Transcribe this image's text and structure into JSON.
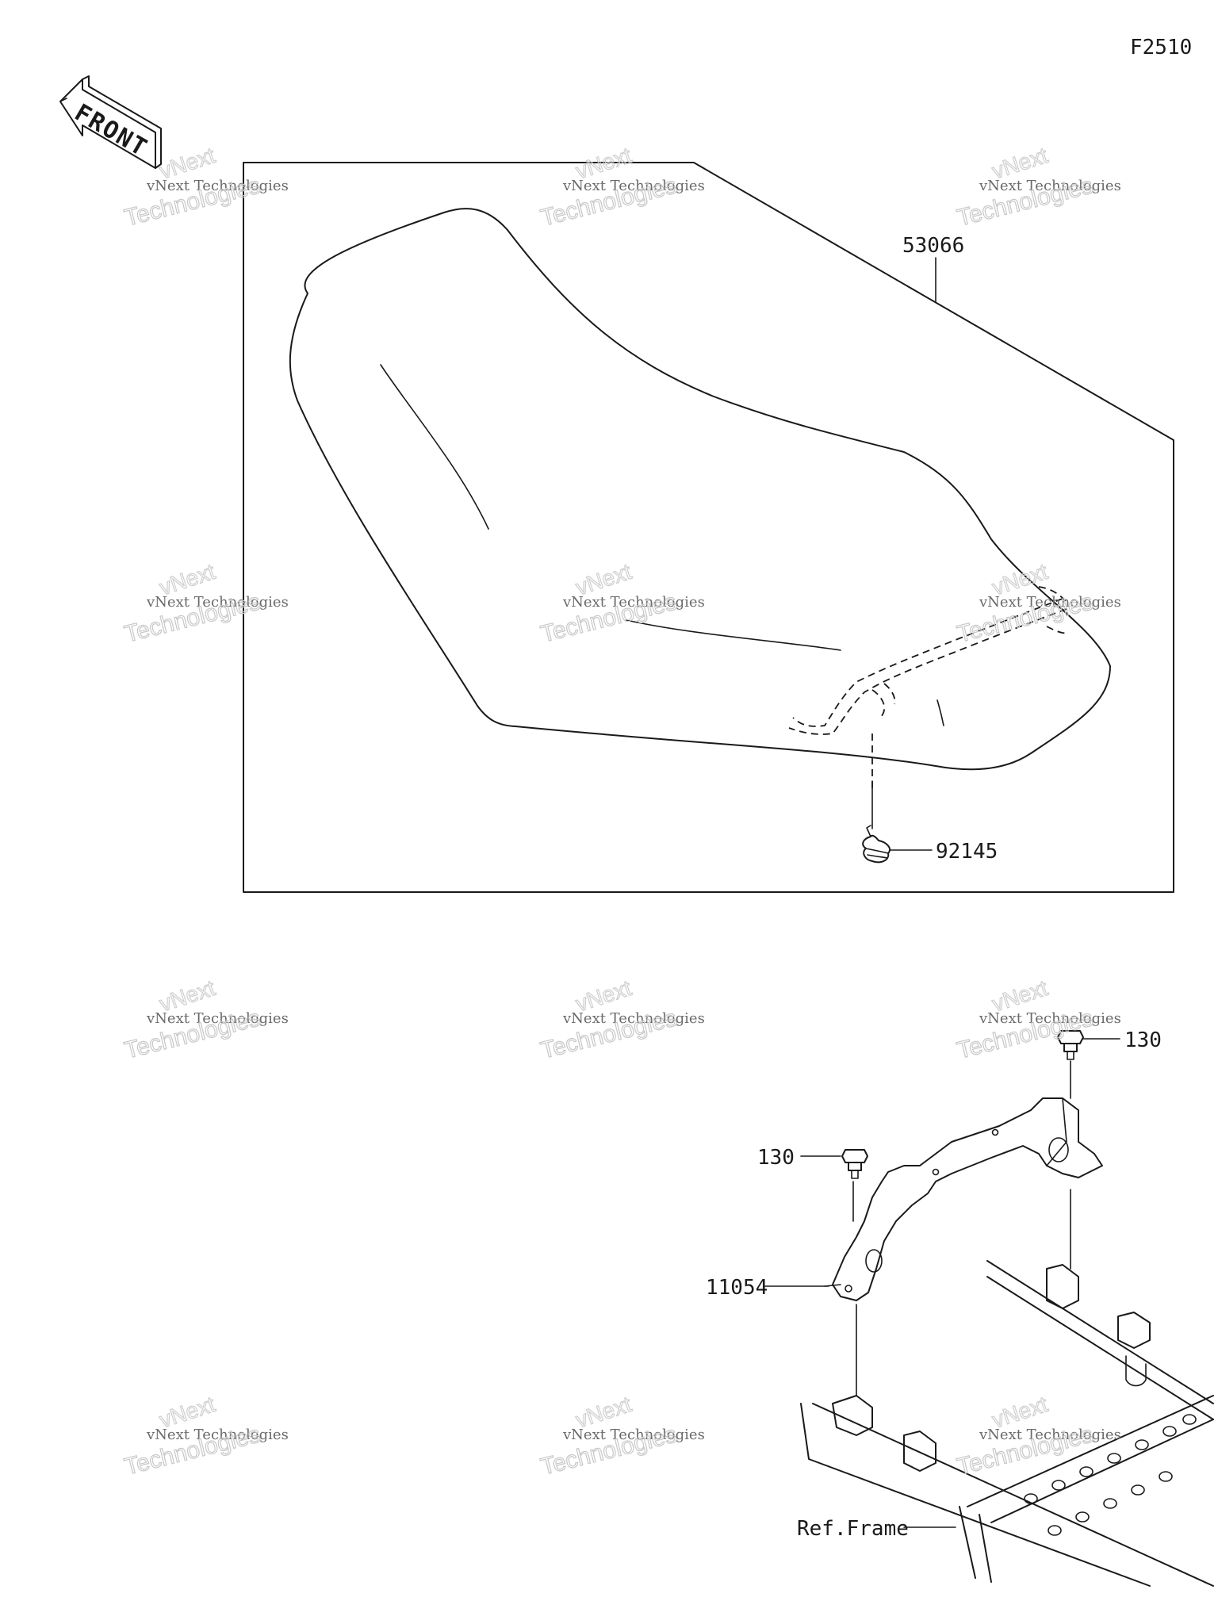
{
  "figure_code": "F2510",
  "front_arrow": {
    "label": "FRONT",
    "icon": "front-arrow-icon"
  },
  "parts": {
    "seat": "53066",
    "spring": "92145",
    "bolt_upper_right": "130",
    "bolt_left": "130",
    "bracket": "11054",
    "frame_ref": "Ref.Frame"
  },
  "watermark": {
    "line1": "vNext Technologies",
    "line2": "Technologies",
    "line3": "vNext"
  }
}
